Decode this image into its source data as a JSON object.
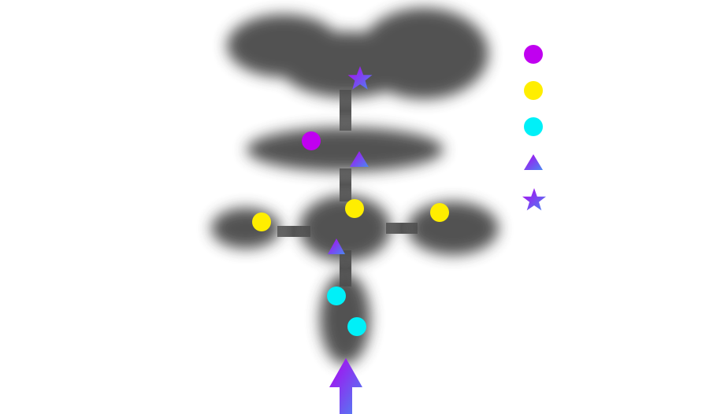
{
  "colors": {
    "background": "#ffffff",
    "fog": "#4a4a4a",
    "corridor": "#666666",
    "gradient_start": "#b000f0",
    "gradient_end": "#4a88f2",
    "magenta": "#c000f0",
    "yellow": "#ffee00",
    "cyan": "#00f0f8"
  },
  "map": {
    "player": {
      "icon": "up-arrow-player-icon"
    },
    "rooms": [
      {
        "name": "start-room"
      },
      {
        "name": "hub-room"
      },
      {
        "name": "west-room"
      },
      {
        "name": "east-room"
      },
      {
        "name": "upper-hall"
      },
      {
        "name": "boss-area"
      }
    ],
    "markers": [
      {
        "name": "cyan-orb",
        "type": "circle",
        "color": "cyan"
      },
      {
        "name": "cyan-orb",
        "type": "circle",
        "color": "cyan"
      },
      {
        "name": "yellow-orb",
        "type": "circle",
        "color": "yellow"
      },
      {
        "name": "yellow-orb",
        "type": "circle",
        "color": "yellow"
      },
      {
        "name": "yellow-orb",
        "type": "circle",
        "color": "yellow"
      },
      {
        "name": "magenta-orb",
        "type": "circle",
        "color": "magenta"
      },
      {
        "name": "triangle-marker",
        "type": "triangle"
      },
      {
        "name": "triangle-marker",
        "type": "triangle"
      },
      {
        "name": "star-marker",
        "type": "star"
      }
    ]
  },
  "legend": {
    "items": [
      {
        "name": "legend-magenta-orb-icon",
        "type": "circle",
        "color": "magenta"
      },
      {
        "name": "legend-yellow-orb-icon",
        "type": "circle",
        "color": "yellow"
      },
      {
        "name": "legend-cyan-orb-icon",
        "type": "circle",
        "color": "cyan"
      },
      {
        "name": "legend-triangle-icon",
        "type": "triangle"
      },
      {
        "name": "legend-star-icon",
        "type": "star"
      }
    ]
  }
}
